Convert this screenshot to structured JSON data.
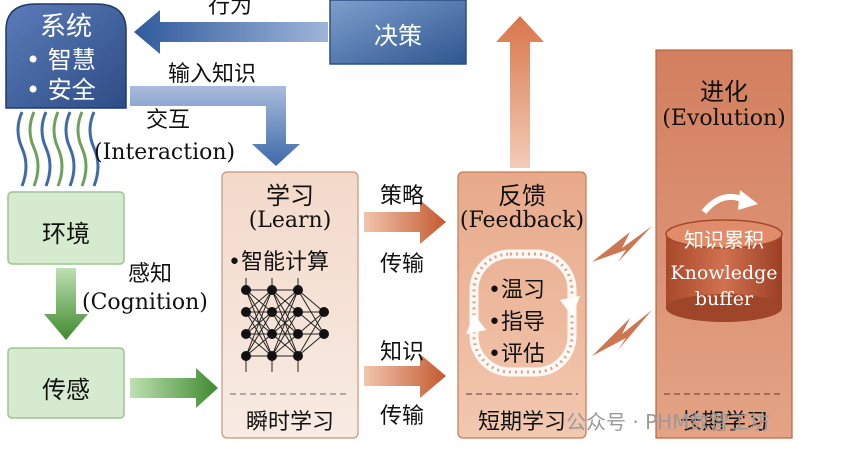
{
  "system_box": {
    "title": "系统",
    "items": [
      "智慧",
      "安全"
    ]
  },
  "decision_box": {
    "label": "决策"
  },
  "arrows": {
    "action": "行为",
    "input_knowledge": "输入知识",
    "interaction_cn": "交互",
    "interaction_en": "(Interaction)",
    "cognition_cn": "感知",
    "cognition_en": "(Cognition)",
    "strategy_transfer": [
      "策略",
      "传输"
    ],
    "knowledge_transfer": [
      "知识",
      "传输"
    ]
  },
  "environment_box": {
    "label": "环境"
  },
  "sensing_box": {
    "label": "传感"
  },
  "learn_panel": {
    "title_cn": "学习",
    "title_en": "(Learn)",
    "bullet": "智能计算",
    "footer": "瞬时学习"
  },
  "feedback_panel": {
    "title_cn": "反馈",
    "title_en": "(Feedback)",
    "items": [
      "温习",
      "指导",
      "评估"
    ],
    "footer": "短期学习"
  },
  "evolution_panel": {
    "title_cn": "进化",
    "title_en": "(Evolution)",
    "buffer_cn": "知识累积",
    "buffer_en": [
      "Knowledge",
      "buffer"
    ],
    "footer": "长期学习"
  },
  "watermark": "公众号 · PHM数智工坊",
  "colors": {
    "system_blue": "#3d5f9c",
    "decision_blue": "#3f6fa6",
    "arrow_blue": "#4a72b0",
    "green_box": "#d7ead0",
    "green_arrow": "#5a9a45",
    "learn_fill": "#f6e3d8",
    "feedback_fill": "#ecb597",
    "evolution_fill": "#d9896a",
    "arrow_orange": "#cf6e45"
  }
}
